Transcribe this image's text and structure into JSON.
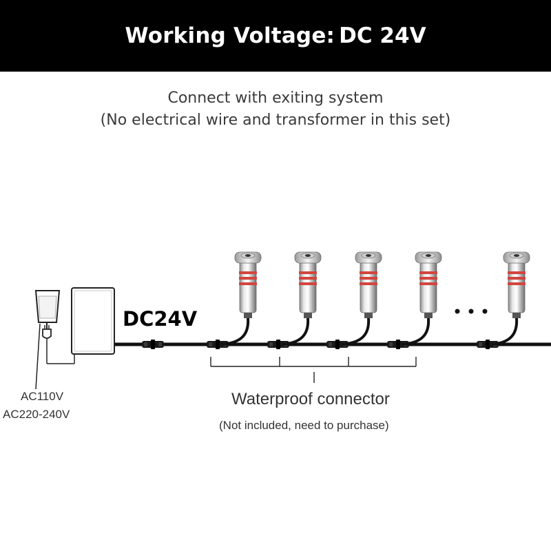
{
  "banner": {
    "title": "Working Voltage:",
    "value": "DC 24V"
  },
  "subtitle": {
    "line1": "Connect with exiting system",
    "line2": "(No electrical wire and transformer in this set)"
  },
  "labels": {
    "dc_voltage": "DC24V",
    "ac_voltage_1": "AC110V",
    "ac_voltage_2": "AC220-240V",
    "connector_title": "Waterproof connector",
    "connector_note": "(Not included, need to purchase)",
    "ellipsis": "• • •"
  },
  "colors": {
    "banner_bg": "#000000",
    "accent_ring": "#d2453e",
    "cable": "#111111"
  },
  "icons": {
    "lights": [
      "spot-light-icon",
      "spot-light-icon",
      "spot-light-icon",
      "spot-light-icon",
      "spot-light-icon"
    ],
    "plug": "plug-icon",
    "transformer": "transformer-icon",
    "connectors": [
      "waterproof-connector-icon",
      "waterproof-connector-icon",
      "waterproof-connector-icon",
      "waterproof-connector-icon",
      "waterproof-connector-icon"
    ]
  }
}
